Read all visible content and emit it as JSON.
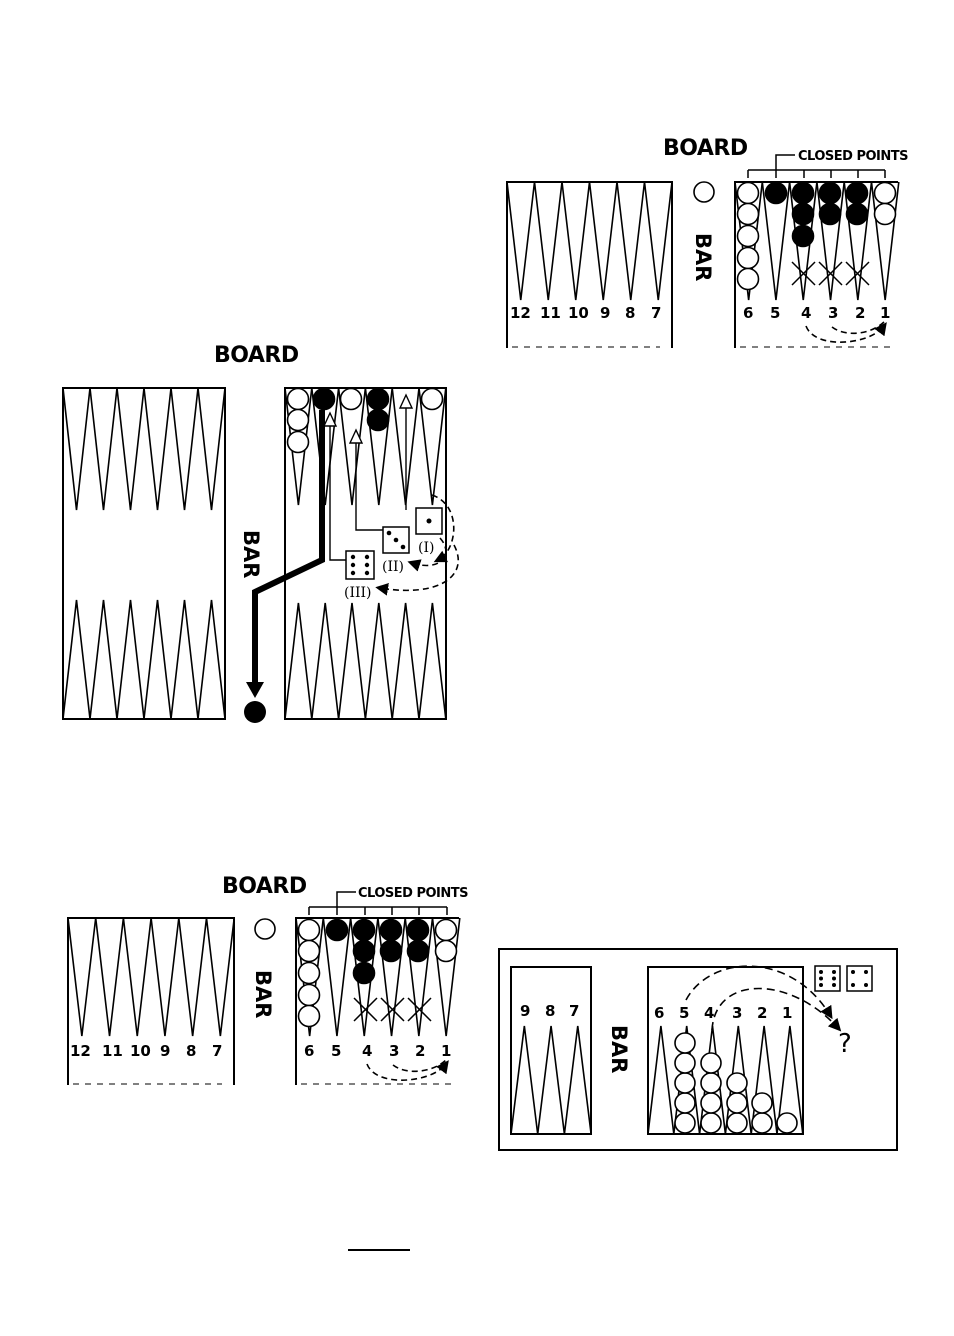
{
  "top_board": {
    "title": "BOARD",
    "closed_label": "CLOSED POINTS",
    "bar_label": "BAR",
    "left_numbers": [
      "12",
      "11",
      "10",
      "9",
      "8",
      "7"
    ],
    "right_numbers": [
      "6",
      "5",
      "4",
      "3",
      "2",
      "1"
    ]
  },
  "middle_board": {
    "title": "BOARD",
    "bar_label": "BAR",
    "moves": [
      "(I)",
      "(II)",
      "(III)"
    ]
  },
  "bottom_board": {
    "title": "BOARD",
    "closed_label": "CLOSED POINTS",
    "bar_label": "BAR",
    "left_numbers": [
      "12",
      "11",
      "10",
      "9",
      "8",
      "7"
    ],
    "right_numbers": [
      "6",
      "5",
      "4",
      "3",
      "2",
      "1"
    ]
  },
  "bearoff_board": {
    "bar_label": "BAR",
    "left_numbers": [
      "9",
      "8",
      "7"
    ],
    "right_numbers": [
      "6",
      "5",
      "4",
      "3",
      "2",
      "1"
    ],
    "question_glyph": "?"
  },
  "colors": {
    "ink": "#000000",
    "paper": "#ffffff"
  }
}
